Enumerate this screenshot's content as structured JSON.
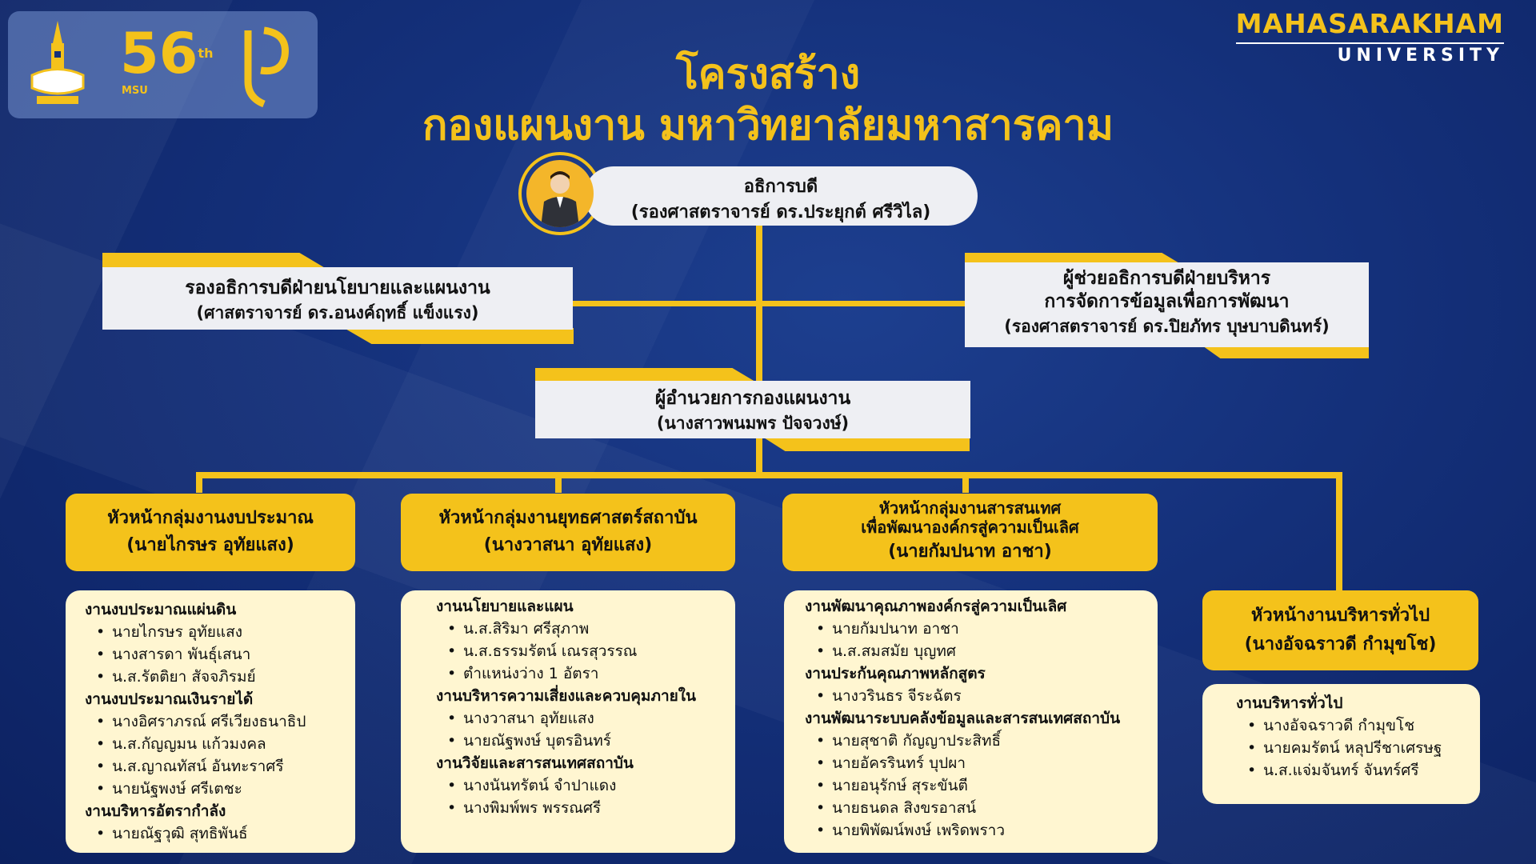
{
  "brand": {
    "name": "MAHASARAKHAM",
    "sub": "UNIVERSITY",
    "logo_56": "56",
    "logo_56_sup": "th",
    "logo_msu": "MSU",
    "accent": "#f4c21b",
    "background": "#14307a"
  },
  "title": {
    "line1": "โครงสร้าง",
    "line2": "กองแผนงาน มหาวิทยาลัยมหาสารคาม"
  },
  "rector": {
    "role": "อธิการบดี",
    "name": "(รองศาสตราจารย์ ดร.ประยุกต์ ศรีวิไล)"
  },
  "vice_rector": {
    "role": "รองอธิการบดีฝ่ายนโยบายและแผนงาน",
    "name": "(ศาสตราจารย์ ดร.อนงค์ฤทธิ์ แข็งแรง)"
  },
  "assistant_rector": {
    "role_line1": "ผู้ช่วยอธิการบดีฝ่ายบริหาร",
    "role_line2": "การจัดการข้อมูลเพื่อการพัฒนา",
    "name": "(รองศาสตราจารย์ ดร.ปิยภัทร บุษบาบดินทร์)"
  },
  "director": {
    "role": "ผู้อำนวยการกองแผนงาน",
    "name": "(นางสาวพนมพร ปัจจวงษ์)"
  },
  "heads": [
    {
      "role": "หัวหน้ากลุ่มงานงบประมาณ",
      "name": "(นายไกรษร อุทัยแสง)"
    },
    {
      "role": "หัวหน้ากลุ่มงานยุทธศาสตร์สถาบัน",
      "name": "(นางวาสนา อุทัยแสง)"
    },
    {
      "role_line1": "หัวหน้ากลุ่มงานสารสนเทศ",
      "role_line2": "เพื่อพัฒนาองค์กรสู่ความเป็นเลิศ",
      "name": "(นายกัมปนาท อาชา)"
    },
    {
      "role": "หัวหน้างานบริหารทั่วไป",
      "name": "(นางอัจฉราวดี กำมุขโช)"
    }
  ],
  "units": [
    {
      "groups": [
        {
          "title": "งานงบประมาณแผ่นดิน",
          "members": [
            "นายไกรษร อุทัยแสง",
            "นางสารดา พันธุ์เสนา",
            "น.ส.รัตติยา สัจจภิรมย์"
          ]
        },
        {
          "title": "งานงบประมาณเงินรายได้",
          "members": [
            "นางอิศราภรณ์ ศรีเวียงธนาธิป",
            "น.ส.กัญญมน แก้วมงคล",
            "น.ส.ญาณทัสน์ อันทะราศรี",
            "นายนัฐพงษ์ ศรีเตชะ"
          ]
        },
        {
          "title": "งานบริหารอัตรากำลัง",
          "members": [
            "นายณัฐวุฒิ สุทธิพันธ์"
          ]
        }
      ]
    },
    {
      "groups": [
        {
          "title": "งานนโยบายและแผน",
          "members": [
            "น.ส.สิริมา ศรีสุภาพ",
            "น.ส.ธรรมรัตน์ เณรสุวรรณ",
            "ตำแหน่งว่าง 1 อัตรา"
          ]
        },
        {
          "title": "งานบริหารความเสี่ยงและควบคุมภายใน",
          "members": [
            "นางวาสนา อุทัยแสง",
            "นายณัฐพงษ์ บุตรอินทร์"
          ]
        },
        {
          "title": "งานวิจัยและสารสนเทศสถาบัน",
          "members": [
            "นางนันทรัตน์ จำปาแดง",
            "นางพิมพ์พร พรรณศรี"
          ]
        }
      ]
    },
    {
      "groups": [
        {
          "title": "งานพัฒนาคุณภาพองค์กรสู่ความเป็นเลิศ",
          "members": [
            "นายกัมปนาท อาชา",
            "น.ส.สมสมัย บุญทศ"
          ]
        },
        {
          "title": "งานประกันคุณภาพหลักสูตร",
          "members": [
            "นางวรินธร จีระฉัตร"
          ]
        },
        {
          "title": "งานพัฒนาระบบคลังข้อมูลและสารสนเทศสถาบัน",
          "members": [
            "นายสุชาติ กัญญาประสิทธิ์",
            "นายอัครรินทร์ บุปผา",
            "นายอนุรักษ์ สุระขันตี",
            "นายธนดล สิงขรอาสน์",
            "นายพิพัฒน์พงษ์ เพริดพราว"
          ]
        }
      ]
    },
    {
      "groups": [
        {
          "title": "งานบริหารทั่วไป",
          "members": [
            "นางอัจฉราวดี กำมุขโช",
            "นายคมรัตน์ หลุปรีชาเศรษฐ",
            "น.ส.แจ่มจันทร์ จันทร์ศรี"
          ]
        }
      ]
    }
  ]
}
